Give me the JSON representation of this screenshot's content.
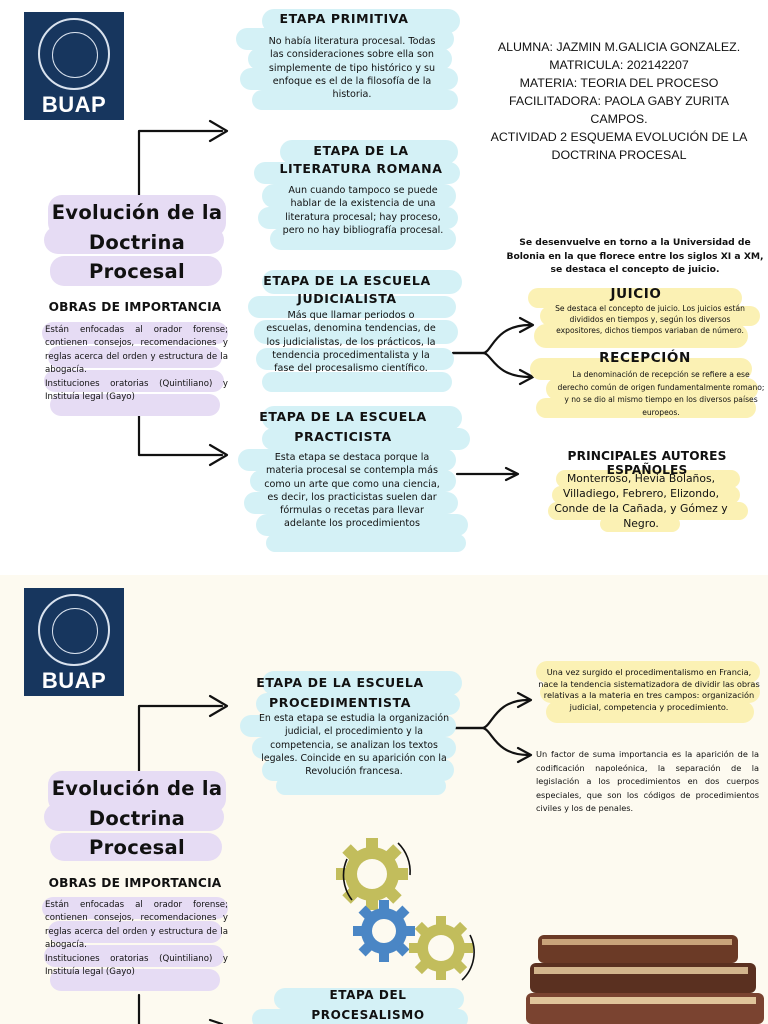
{
  "logo": {
    "text": "BUAP"
  },
  "page1": {
    "title": "Evolución de la Doctrina Procesal",
    "subheading": "OBRAS DE IMPORTANCIA",
    "obras_text1": "Están enfocadas al orador forense; contienen consejos, recomendaciones y reglas acerca del orden y estructura de la abogacía.",
    "obras_text2": "Instituciones oratorias (Quintiliano) y Instituía legal (Gayo)",
    "student": {
      "line1": "ALUMNA: JAZMIN M.GALICIA GONZALEZ.",
      "line2": "MATRICULA: 202142207",
      "line3": "MATERIA: TEORIA DEL PROCESO",
      "line4": "FACILITADORA: PAOLA GABY ZURITA CAMPOS.",
      "line5": "ACTIVIDAD 2 ESQUEMA EVOLUCIÓN DE LA DOCTRINA PROCESAL"
    },
    "etapa_primitiva": {
      "heading": "ETAPA PRIMITIVA",
      "text": "No había literatura procesal. Todas las consideraciones sobre ella son simplemente de tipo histórico y su enfoque es el de la filosofía de la historia."
    },
    "etapa_romana": {
      "heading": "ETAPA DE LA LITERATURA ROMANA",
      "text": "Aun cuando tampoco se puede hablar de la existencia de una literatura procesal; hay proceso, pero no hay bibliografía procesal."
    },
    "etapa_judicialista": {
      "heading": "ETAPA DE LA ESCUELA JUDICIALISTA",
      "text": "Más que llamar periodos o escuelas, denomina tendencias, de los judicialistas, de los prácticos, la tendencia procedimentalista y la fase del procesalismo científico."
    },
    "bolonia": "Se desenvuelve en torno a la Universidad de Bolonia en la que florece entre los siglos XI a XM, se destaca el concepto de juicio.",
    "juicio": {
      "heading": "JUICIO",
      "text": "Se destaca el concepto de juicio. Los juicios están divididos en tiempos y, según los diversos expositores, dichos tiempos variaban de número."
    },
    "recepcion": {
      "heading": "RECEPCIÓN",
      "text": "La denominación de recepción se refiere a ese derecho común de origen fundamentalmente romano; y no se dio al mismo tiempo en los diversos países europeos."
    },
    "etapa_practicista": {
      "heading": "ETAPA DE LA ESCUELA PRACTICISTA",
      "text": "Esta etapa se destaca porque la materia procesal se contempla más como un arte que como una ciencia, es decir, los practicistas suelen dar fórmulas o recetas para llevar adelante los procedimientos"
    },
    "autores": {
      "heading": "PRINCIPALES AUTORES ESPAÑOLES",
      "text": "Monterroso, Hevia Bolaños, Villadiego, Febrero, Elizondo, Conde de la Cañada, y Gómez y Negro."
    }
  },
  "page2": {
    "title": "Evolución de la Doctrina Procesal",
    "subheading": "OBRAS DE IMPORTANCIA",
    "obras_text1": "Están enfocadas al orador forense; contienen consejos, recomendaciones y reglas acerca del orden y estructura de la abogacía.",
    "obras_text2": "Instituciones oratorias (Quintiliano) y Instituía legal (Gayo)",
    "etapa_procedimentista": {
      "heading": "ETAPA DE LA ESCUELA PROCEDIMENTISTA",
      "text": "En esta etapa se estudia la organización judicial, el procedimiento y la competencia, se analizan los textos legales. Coincide en su aparición con la Revolución francesa."
    },
    "note1": "Una vez surgido el procedimentalismo en Francia, nace la tendencia sistematizadora de dividir las obras relativas a la materia en tres campos: organización judicial, competencia y procedimiento.",
    "note2": "Un factor de suma importancia es la aparición de la codificación napoleónica, la separación de la legislación a los procedimientos en dos cuerpos especiales, que son los códigos de procedimientos civiles y los de penales.",
    "etapa_cientifico": {
      "heading": "ETAPA DEL PROCESALISMO CIENTIFICO"
    }
  },
  "colors": {
    "cyan": "#d4f1f6",
    "lavender": "#e6dcf4",
    "yellow": "#fbf1b4",
    "logo_blue": "#17365e",
    "gear_olive": "#c2bd5c",
    "gear_blue": "#4a86c5"
  }
}
